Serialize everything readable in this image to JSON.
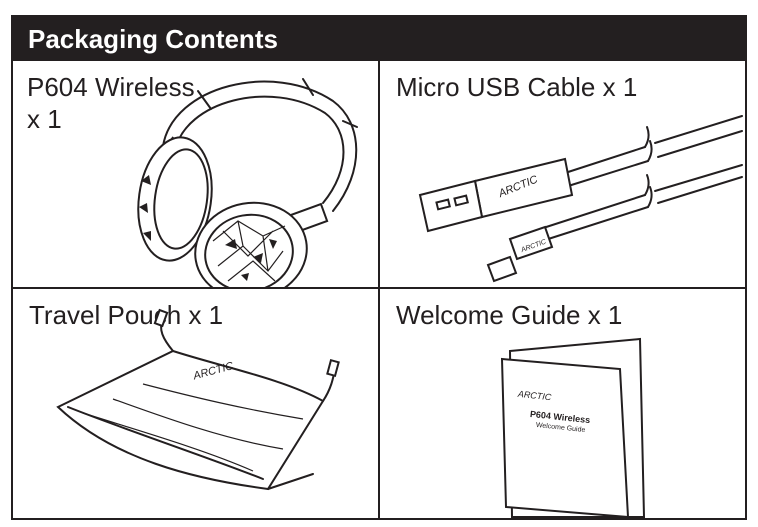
{
  "header": {
    "title": "Packaging Contents"
  },
  "items": [
    {
      "line1": "P604 Wireless",
      "line2": "x 1"
    },
    {
      "label": "Micro USB Cable  x 1"
    },
    {
      "label": "Travel Pouch x 1"
    },
    {
      "label": "Welcome Guide x 1"
    }
  ],
  "logos": {
    "brand": "ARCTIC",
    "guide_title": "P604 Wireless",
    "guide_subtitle": "Welcome Guide"
  },
  "colors": {
    "ink": "#231f20",
    "paper": "#ffffff"
  }
}
